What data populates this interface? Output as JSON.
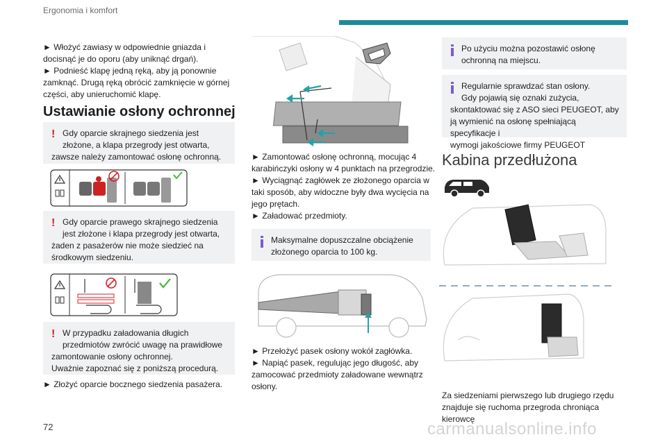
{
  "header": {
    "title": "Ergonomia i komfort"
  },
  "page_number": "72",
  "watermark": "carmanualsonline.info",
  "col1": {
    "para1": [
      "► Włożyć zawiasy w odpowiednie gniazda i",
      "docisnąć je do oporu (aby uniknąć drgań).",
      "► Podnieść klapę jedną ręką, aby ją ponownie",
      "zamknąć. Drugą ręką obrócić zamknięcie w górnej",
      "części, aby unieruchomić klapę."
    ],
    "heading": "Ustawianie osłony ochronnej",
    "warning1": [
      "Gdy oparcie skrajnego siedzenia jest",
      "złożone, a klapa przegrody jest otwarta,",
      "zawsze należy zamontować osłonę ochronną."
    ],
    "warning2": [
      "Gdy oparcie prawego skrajnego siedzenia",
      "jest złożone i klapa przegrody jest otwarta,",
      "żaden z pasażerów nie może siedzieć na",
      "środkowym siedzeniu."
    ],
    "warning3": [
      "W przypadku załadowania długich",
      "przedmiotów zwrócić uwagę na prawidłowe",
      "zamontowanie osłony ochronnej.",
      "Uważnie zapoznać się z poniższą procedurą."
    ],
    "para2": "► Złożyć oparcie bocznego siedzenia pasażera."
  },
  "col2": {
    "para1": [
      "► Zamontować osłonę ochronną, mocując 4",
      "karabińczyki osłony w 4 punktach na przegrodzie.",
      "► Wyciągnąć zagłówek ze złożonego oparcia w",
      "taki sposób, aby widoczne były dwa wycięcia na",
      "jego prętach.",
      "► Załadować przedmioty."
    ],
    "info1": [
      "Maksymalne dopuszczalne obciążenie",
      "złożonego oparcia to 100 kg."
    ],
    "para2": [
      "► Przełożyć pasek osłony wokół zagłówka.",
      "► Napiąć pasek, regulując jego długość, aby",
      "zamocować przedmioty załadowane wewnątrz",
      "osłony."
    ]
  },
  "col3": {
    "info1": [
      "Po użyciu można pozostawić osłonę",
      "ochronną na miejscu."
    ],
    "info2": [
      "Regularnie sprawdzać stan osłony.",
      "Gdy pojawią się oznaki zużycia,",
      "skontaktować się z ASO sieci PEUGEOT, aby",
      "ją wymienić na osłonę spełniającą specyfikacje i",
      "wymogi jakościowe firmy PEUGEOT"
    ],
    "heading": "Kabina przedłużona",
    "para1": [
      "Za siedzeniami pierwszego lub drugiego rzędu",
      "znajduje się ruchoma przegroda chroniąca kierowcę"
    ]
  },
  "colors": {
    "accent": "#1c8a98",
    "warning": "#d6202a",
    "info": "#7c5ad0",
    "note_bg": "#f0f1f2"
  }
}
